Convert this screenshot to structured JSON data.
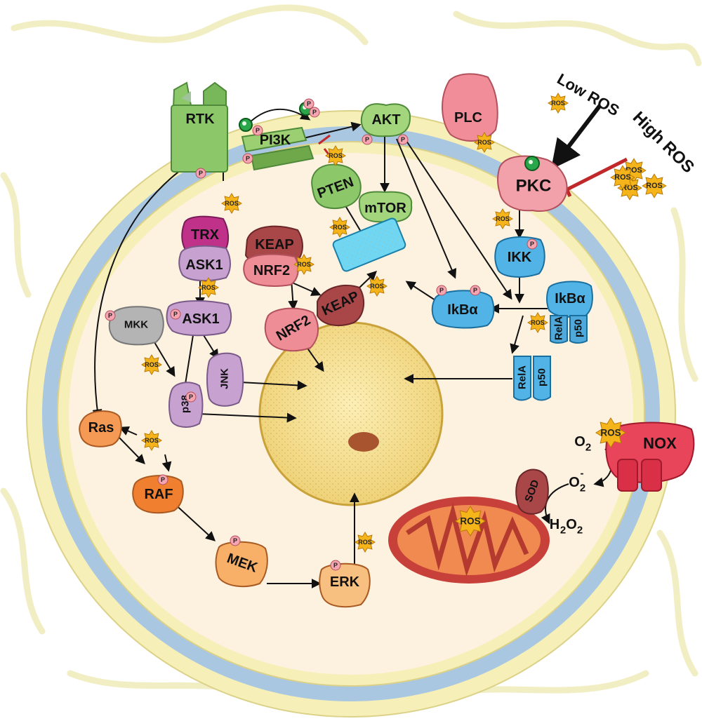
{
  "labels": {
    "rtk": "RTK",
    "pi3k": "PI3K",
    "akt": "AKT",
    "plc": "PLC",
    "pkc": "PKC",
    "pten": "PTEN",
    "mtor": "mTOR",
    "trx": "TRX",
    "ask1_bound": "ASK1",
    "ask1": "ASK1",
    "keap_bound": "KEAP",
    "nrf2_bound": "NRF2",
    "keap": "KEAP",
    "nrf2": "NRF2",
    "mkk": "MKK",
    "p38": "p38",
    "jnk": "JNK",
    "ikk": "IKK",
    "ikba": "IkBα",
    "ikba_complex": "IkBα",
    "rela_complex": "RelA",
    "p50_complex": "p50",
    "rela": "RelA",
    "p50": "p50",
    "ras": "Ras",
    "raf": "RAF",
    "mek": "MEK",
    "erk": "ERK",
    "sod": "SOD",
    "nox": "NOX",
    "low_ros": "Low ROS",
    "high_ros": "High ROS",
    "ros": "ROS",
    "phospho": "P",
    "o2": "O",
    "o2_sub": "2",
    "superoxide": "O",
    "superoxide_sub": "2",
    "superoxide_sup": "-",
    "h2o2_h": "H",
    "h2o2_sub1": "2",
    "h2o2_o": "O",
    "h2o2_sub2": "2"
  },
  "colors": {
    "cytoplasm": "#fdf1e0",
    "membrane_head": "#f6f0b8",
    "membrane_tail": "#a9c7e0",
    "nucleus": "#f6e08a",
    "green_protein": "#8cc86a",
    "pink_protein": "#f08d98",
    "blue_protein": "#52b4e6",
    "orange_protein": "#f49a55",
    "ros_star": "#f5b41a",
    "mito_outer": "#c8403a",
    "nox": "#e8455a",
    "inhibit_red": "#c0282a"
  }
}
